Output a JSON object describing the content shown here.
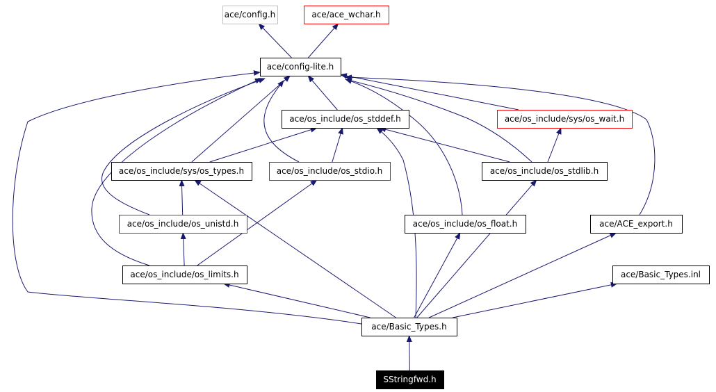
{
  "colors": {
    "edge": "#191970",
    "border_default": "#000000",
    "border_red": "#ff0000",
    "border_gray": "#bfbfbf",
    "target_fill": "#000000",
    "target_text": "#ffffff"
  },
  "nodes": {
    "config": {
      "label": "ace/config.h",
      "style": "gray"
    },
    "ace_wchar": {
      "label": "ace/ace_wchar.h",
      "style": "red"
    },
    "config_lite": {
      "label": "ace/config-lite.h",
      "style": "default"
    },
    "os_stddef": {
      "label": "ace/os_include/os_stddef.h",
      "style": "default"
    },
    "os_wait": {
      "label": "ace/os_include/sys/os_wait.h",
      "style": "red"
    },
    "os_types": {
      "label": "ace/os_include/sys/os_types.h",
      "style": "default"
    },
    "os_stdio": {
      "label": "ace/os_include/os_stdio.h",
      "style": "red"
    },
    "os_stdlib": {
      "label": "ace/os_include/os_stdlib.h",
      "style": "default"
    },
    "os_unistd": {
      "label": "ace/os_include/os_unistd.h",
      "style": "red"
    },
    "os_float": {
      "label": "ace/os_include/os_float.h",
      "style": "default"
    },
    "ace_export": {
      "label": "ace/ACE_export.h",
      "style": "default"
    },
    "os_limits": {
      "label": "ace/os_include/os_limits.h",
      "style": "default"
    },
    "basic_types_inl": {
      "label": "ace/Basic_Types.inl",
      "style": "default"
    },
    "basic_types": {
      "label": "ace/Basic_Types.h",
      "style": "default"
    },
    "sstringfwd": {
      "label": "SStringfwd.h",
      "style": "target"
    }
  },
  "edges": [
    {
      "from": "config_lite",
      "to": "config"
    },
    {
      "from": "config_lite",
      "to": "ace_wchar"
    },
    {
      "from": "os_stddef",
      "to": "config_lite"
    },
    {
      "from": "os_wait",
      "to": "config_lite"
    },
    {
      "from": "os_types",
      "to": "config_lite"
    },
    {
      "from": "os_types",
      "to": "os_stddef"
    },
    {
      "from": "os_stdio",
      "to": "config_lite"
    },
    {
      "from": "os_stdio",
      "to": "os_stddef"
    },
    {
      "from": "os_stdlib",
      "to": "config_lite"
    },
    {
      "from": "os_stdlib",
      "to": "os_stddef"
    },
    {
      "from": "os_stdlib",
      "to": "os_wait"
    },
    {
      "from": "os_unistd",
      "to": "config_lite"
    },
    {
      "from": "os_unistd",
      "to": "os_types"
    },
    {
      "from": "os_float",
      "to": "config_lite"
    },
    {
      "from": "ace_export",
      "to": "config_lite"
    },
    {
      "from": "os_limits",
      "to": "config_lite"
    },
    {
      "from": "os_limits",
      "to": "os_unistd"
    },
    {
      "from": "os_limits",
      "to": "os_stdio"
    },
    {
      "from": "basic_types",
      "to": "config_lite"
    },
    {
      "from": "basic_types",
      "to": "os_limits"
    },
    {
      "from": "basic_types",
      "to": "os_types"
    },
    {
      "from": "basic_types",
      "to": "os_stddef"
    },
    {
      "from": "basic_types",
      "to": "os_float"
    },
    {
      "from": "basic_types",
      "to": "os_stdlib"
    },
    {
      "from": "basic_types",
      "to": "ace_export"
    },
    {
      "from": "basic_types",
      "to": "basic_types_inl"
    },
    {
      "from": "sstringfwd",
      "to": "basic_types"
    }
  ]
}
